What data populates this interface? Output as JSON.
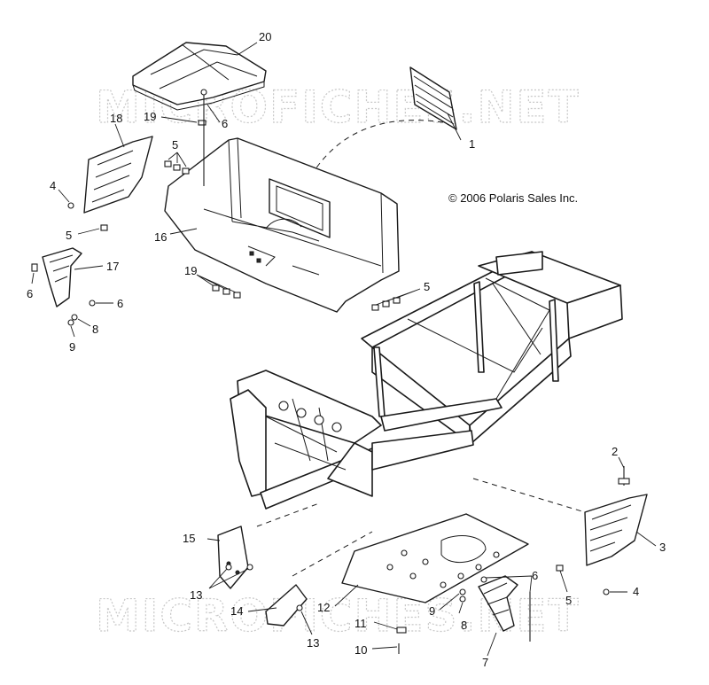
{
  "diagram": {
    "copyright": "© 2006 Polaris Sales Inc.",
    "watermark_top": "MICROFICHES.NET",
    "watermark_bottom": "MICROFICHES.NET",
    "callouts": {
      "c1": "1",
      "c2": "2",
      "c3": "3",
      "c4a": "4",
      "c4b": "4",
      "c5a": "5",
      "c5b": "5",
      "c5c": "5",
      "c5d": "5",
      "c6a": "6",
      "c6b": "6",
      "c6c": "6",
      "c6d": "6",
      "c7": "7",
      "c8a": "8",
      "c8b": "8",
      "c9a": "9",
      "c9b": "9",
      "c10": "10",
      "c11": "11",
      "c12": "12",
      "c13a": "13",
      "c13b": "13",
      "c14": "14",
      "c15": "15",
      "c16": "16",
      "c17": "17",
      "c18": "18",
      "c19a": "19",
      "c19b": "19",
      "c20": "20"
    }
  }
}
